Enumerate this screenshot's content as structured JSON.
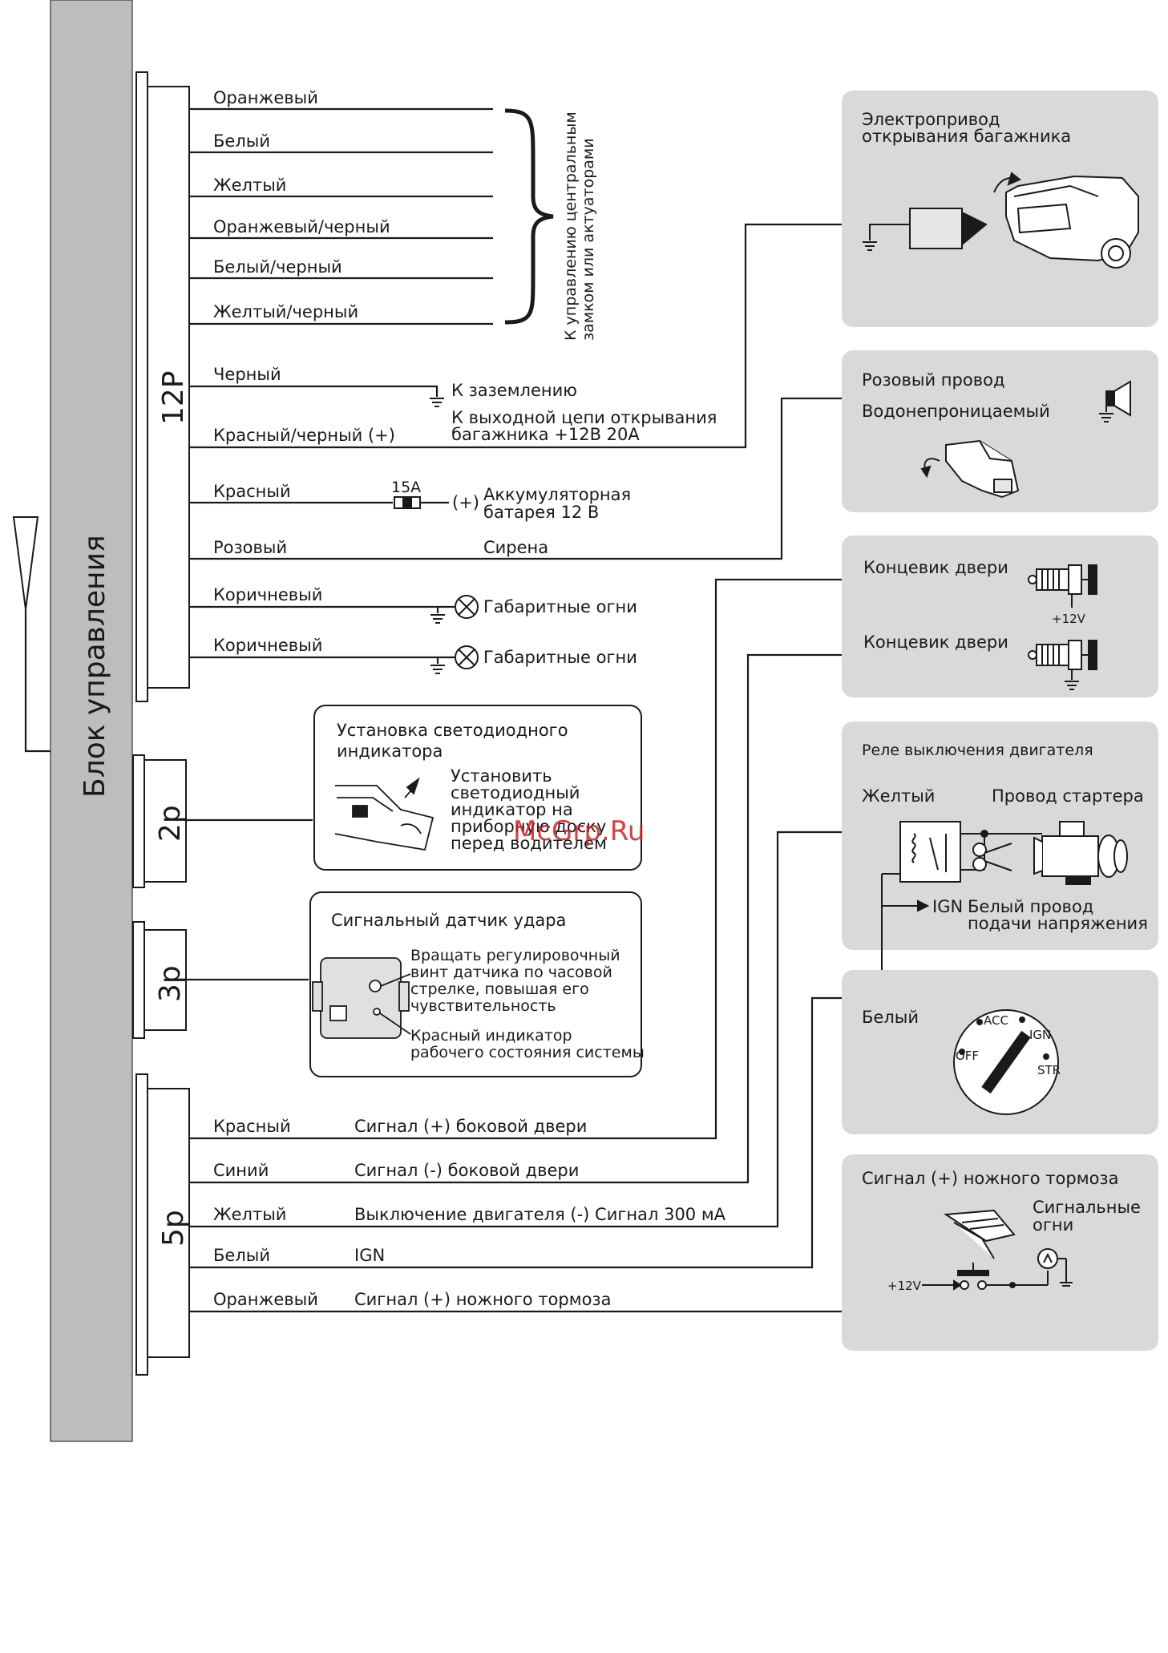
{
  "control_unit_label": "Блок управления",
  "connectors": {
    "c12": "12P",
    "c2": "2p",
    "c3": "3p",
    "c5": "5p"
  },
  "wires_12p": [
    "Оранжевый",
    "Белый",
    "Желтый",
    "Оранжевый/черный",
    "Белый/черный",
    "Желтый/черный",
    "Черный",
    "Красный/черный (+)",
    "Красный",
    "Розовый",
    "Коричневый",
    "Коричневый"
  ],
  "lock_note": [
    "К управлению центральным",
    "замком или актуаторами"
  ],
  "ground_label": "К заземлению",
  "trunk_output": [
    "К выходной цепи открывания",
    "багажника +12В 20А"
  ],
  "fuse_label": "15A",
  "battery_plus": "(+)",
  "battery_label": [
    "Аккумуляторная",
    "батарея 12 В"
  ],
  "siren_label": "Сирена",
  "parking_lights": "Габаритные огни",
  "led_box": {
    "title": [
      "Установка светодиодного",
      "индикатора"
    ],
    "text": [
      "Установить",
      "светодиодный",
      "индикатор на",
      "приборную доску",
      "перед водителем"
    ]
  },
  "shock_box": {
    "title": "Сигнальный датчик удара",
    "text1": [
      "Вращать регулировочный",
      "винт датчика по часовой",
      "стрелке, повышая его",
      "чувствительность"
    ],
    "text2": [
      "Красный индикатор",
      "рабочего состояния системы"
    ]
  },
  "wires_5p": [
    {
      "color": "Красный",
      "desc": "Сигнал (+) боковой двери"
    },
    {
      "color": "Синий",
      "desc": "Сигнал (-) боковой двери"
    },
    {
      "color": "Желтый",
      "desc": "Выключение двигателя (-) Сигнал 300 мА"
    },
    {
      "color": "Белый",
      "desc": "IGN"
    },
    {
      "color": "Оранжевый",
      "desc": "Сигнал (+) ножного тормоза"
    }
  ],
  "panel_trunk": [
    "Электропривод",
    "открывания багажника"
  ],
  "panel_siren": {
    "line1": "Розовый провод",
    "line2": "Водонепроницаемый"
  },
  "panel_door": {
    "label1": "Концевик двери",
    "plus12": "+12V",
    "label2": "Концевик двери"
  },
  "panel_relay": {
    "title": "Реле выключения двигателя",
    "yellow": "Желтый",
    "starter": "Провод стартера",
    "ign": "IGN",
    "white": [
      "Белый провод",
      "подачи напряжения"
    ]
  },
  "panel_ign": {
    "white": "Белый",
    "acc": "ACC",
    "ign": "IGN",
    "off": "OFF",
    "str": "STR"
  },
  "panel_brake": {
    "title": "Сигнал (+) ножного тормоза",
    "lights": [
      "Сигнальные",
      "огни"
    ],
    "plus12": "+12V"
  },
  "watermark": "McGrp.Ru",
  "colors": {
    "panel": "#d9d9d9",
    "bar": "#bdbdbd",
    "line": "#1a1a1a",
    "watermark": "#cc2222"
  }
}
